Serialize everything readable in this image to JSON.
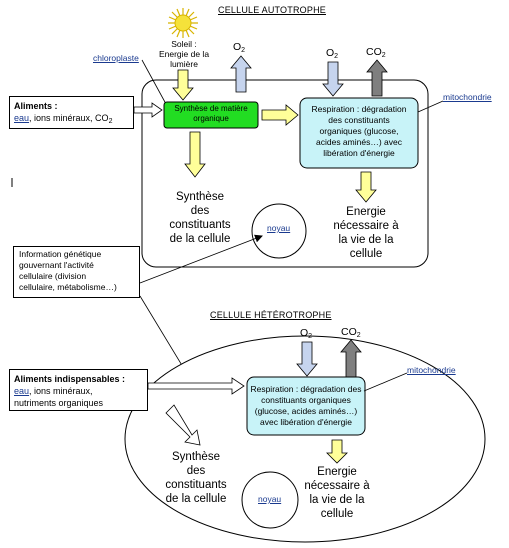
{
  "autotrophe": {
    "title": "CELLULE AUTOTROPHE",
    "sun_label_line1": "Soleil :",
    "sun_label_line2": "Energie de la",
    "sun_label_line3": "lumière",
    "chloroplaste_label": "chloroplaste",
    "o2_out": "O",
    "o2_in": "O",
    "co2_out": "CO",
    "mitochondrie_label": "mitochondrie",
    "synthese_mo_line1": "Synthèse de matière",
    "synthese_mo_line2": "organique",
    "respiration_line1": "Respiration : dégradation",
    "respiration_line2": "des constituants",
    "respiration_line3": "organiques (glucose,",
    "respiration_line4": "acides aminés…) avec",
    "respiration_line5": "libération d'énergie",
    "synthese_const_line1": "Synthèse",
    "synthese_const_line2": "des",
    "synthese_const_line3": "constituants",
    "synthese_const_line4": "de la cellule",
    "energie_line1": "Energie",
    "energie_line2": "nécessaire à",
    "energie_line3": "la vie de la",
    "energie_line4": "cellule",
    "noyau_label": "noyau",
    "aliments_title": "Aliments",
    "aliments_colon": " :",
    "aliments_eau": "eau",
    "aliments_rest": ", ions minéraux, CO"
  },
  "information": {
    "line1": "Information génétique",
    "line2": "gouvernant l'activité",
    "line3": "cellulaire (division",
    "line4": "cellulaire, métabolisme…)"
  },
  "heterotrophe": {
    "title": "CELLULE HÉTÉROTROPHE",
    "o2_in": "O",
    "co2_out": "CO",
    "mitochondrie_label": "mitochondrie",
    "respiration_line1": "Respiration : dégradation des",
    "respiration_line2": "constituants organiques",
    "respiration_line3": "(glucose, acides aminés…)",
    "respiration_line4": "avec libération d'énergie",
    "synthese_const_line1": "Synthèse",
    "synthese_const_line2": "des",
    "synthese_const_line3": "constituants",
    "synthese_const_line4": "de la cellule",
    "energie_line1": "Energie",
    "energie_line2": "nécessaire à",
    "energie_line3": "la vie de la",
    "energie_line4": "cellule",
    "noyau_label": "noyau",
    "aliments_title": "Aliments indispensables",
    "aliments_colon": " :",
    "aliments_eau": "eau",
    "aliments_line1_rest": ", ions minéraux,",
    "aliments_line2": "nutriments organiques"
  },
  "subscript_2": "2",
  "colors": {
    "sun": "#f5e23a",
    "synthese_box": "#22dd22",
    "respiration_box": "#c8f3f8",
    "arrow_yellow": "#ffff99",
    "arrow_blue": "#c6d4ee",
    "arrow_grey": "#7f7f7f",
    "link": "#1a3a8f"
  }
}
